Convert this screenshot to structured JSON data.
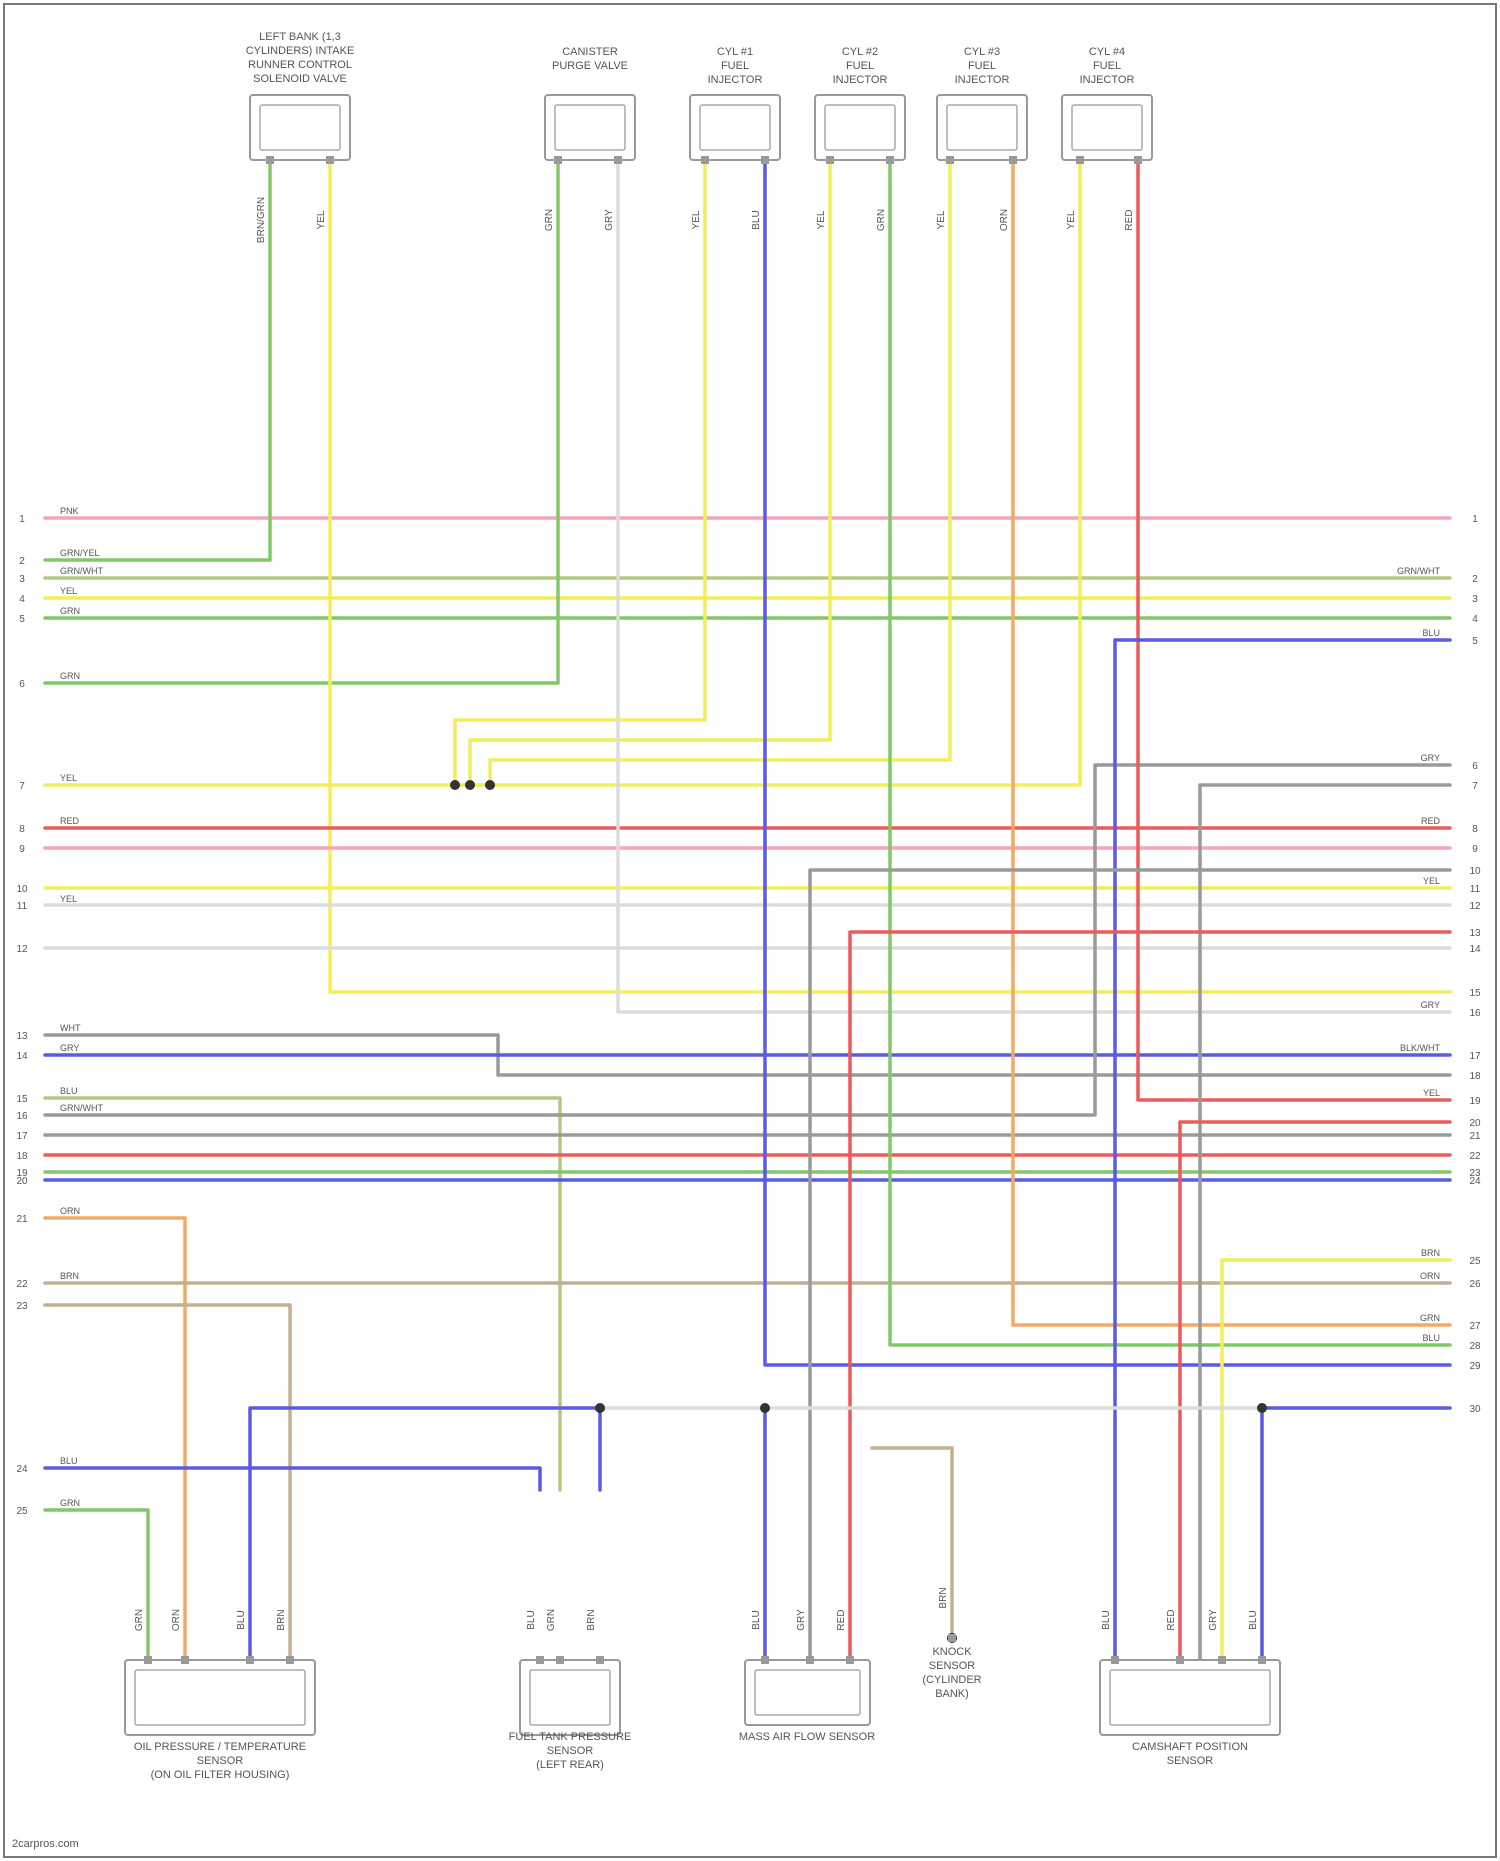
{
  "site_mark": "2carpros.com",
  "components": [
    {
      "id": "c1",
      "label": [
        "LEFT BANK (1,3",
        "CYLINDERS) INTAKE",
        "RUNNER CONTROL",
        "SOLENOID VALVE"
      ],
      "pin_labels": [
        "BRN/GRN",
        "YEL"
      ]
    },
    {
      "id": "c2",
      "label": [
        "CANISTER",
        "PURGE VALVE"
      ],
      "pin_labels": [
        "GRN",
        "GRY"
      ]
    },
    {
      "id": "c3",
      "label": [
        "CYL #1",
        "FUEL",
        "INJECTOR"
      ],
      "pin_labels": [
        "YEL",
        "BLU"
      ]
    },
    {
      "id": "c4",
      "label": [
        "CYL #2",
        "FUEL",
        "INJECTOR"
      ],
      "pin_labels": [
        "YEL",
        "GRN"
      ]
    },
    {
      "id": "c5",
      "label": [
        "CYL #3",
        "FUEL",
        "INJECTOR"
      ],
      "pin_labels": [
        "YEL",
        "ORN"
      ]
    },
    {
      "id": "c6",
      "label": [
        "CYL #4",
        "FUEL",
        "INJECTOR"
      ],
      "pin_labels": [
        "YEL",
        "RED"
      ]
    },
    {
      "id": "c7",
      "label": [
        "OIL PRESSURE / TEMPERATURE",
        "SENSOR",
        "(ON OIL FILTER HOUSING)"
      ],
      "pin_labels": [
        "GRN",
        "ORN",
        "BLU",
        "BRN"
      ]
    },
    {
      "id": "c8",
      "label": [
        "FUEL TANK PRESSURE",
        "SENSOR",
        "(LEFT REAR)"
      ],
      "pin_labels": [
        "BLU",
        "GRN",
        "BRN"
      ]
    },
    {
      "id": "c9",
      "label": [
        "MASS AIR FLOW SENSOR"
      ],
      "pin_labels": [
        "BLU",
        "GRY",
        "RED"
      ]
    },
    {
      "id": "c10",
      "label": [
        "KNOCK",
        "SENSOR",
        "(CYLINDER",
        "BANK)"
      ],
      "pin_labels": [
        "BRN"
      ]
    },
    {
      "id": "c11",
      "label": [
        "CAMSHAFT POSITION",
        "SENSOR"
      ],
      "pin_labels": [
        "BLU",
        "RED",
        "GRY",
        "BLU"
      ]
    }
  ],
  "left_pins": [
    "1",
    "2",
    "3",
    "4",
    "5",
    "6",
    "7",
    "8",
    "9",
    "10",
    "11",
    "12",
    "13",
    "14",
    "15",
    "16",
    "17",
    "18",
    "19",
    "20",
    "21",
    "22",
    "23",
    "24",
    "25"
  ],
  "right_pins": [
    "1",
    "2",
    "3",
    "4",
    "5",
    "6",
    "7",
    "8",
    "9",
    "10",
    "11",
    "12",
    "13",
    "14",
    "15",
    "16",
    "17",
    "18",
    "19",
    "20",
    "21",
    "22",
    "23",
    "24",
    "25",
    "26",
    "27",
    "28",
    "29",
    "30"
  ],
  "wire_labels": [
    {
      "text": "PNK",
      "tag": "left"
    },
    {
      "text": "GRN/YEL",
      "tag": "left"
    },
    {
      "text": "GRN/WHT",
      "tag": "left"
    },
    {
      "text": "YEL",
      "tag": "left"
    },
    {
      "text": "GRN",
      "tag": "left"
    },
    {
      "text": "GRN",
      "tag": "left"
    },
    {
      "text": "YEL",
      "tag": "left"
    },
    {
      "text": "RED",
      "tag": "left"
    },
    {
      "text": "YEL",
      "tag": "left"
    },
    {
      "text": "WHT",
      "tag": "left"
    },
    {
      "text": "GRY",
      "tag": "left"
    },
    {
      "text": "BLU",
      "tag": "left"
    },
    {
      "text": "GRN/WHT",
      "tag": "left"
    },
    {
      "text": "ORN",
      "tag": "left"
    },
    {
      "text": "BRN",
      "tag": "left"
    },
    {
      "text": "BLU",
      "tag": "left"
    },
    {
      "text": "GRN",
      "tag": "left"
    },
    {
      "text": "GRN/WHT",
      "tag": "right"
    },
    {
      "text": "BLU",
      "tag": "right"
    },
    {
      "text": "GRY",
      "tag": "right"
    },
    {
      "text": "RED",
      "tag": "right"
    },
    {
      "text": "YEL",
      "tag": "right"
    },
    {
      "text": "GRY",
      "tag": "right"
    },
    {
      "text": "BLK/WHT",
      "tag": "right"
    },
    {
      "text": "YEL",
      "tag": "right"
    },
    {
      "text": "BRN",
      "tag": "right"
    },
    {
      "text": "ORN",
      "tag": "right"
    },
    {
      "text": "GRN",
      "tag": "right"
    },
    {
      "text": "BLU",
      "tag": "right"
    }
  ],
  "colors": {
    "pink": "#f4a6b4",
    "green": "#82c86a",
    "yellow": "#f2ee5a",
    "blue": "#5a5ae6",
    "red": "#ee5a5a",
    "orange": "#f4a860",
    "gray": "#9a9a9a",
    "white": "#dcdcdc",
    "tan": "#c4b090",
    "olive": "#b4c880"
  }
}
